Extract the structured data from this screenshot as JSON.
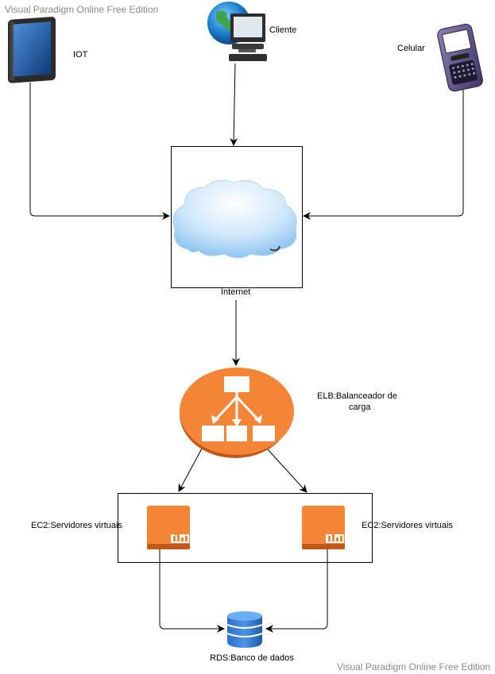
{
  "watermark": {
    "top": "Visual Paradigm Online Free Edition",
    "bottom": "Visual Paradigm Online Free Edition"
  },
  "nodes": {
    "iot": {
      "label": "IOT",
      "icon": "tablet-icon"
    },
    "cliente": {
      "label": "Cliente",
      "icon": "desktop-globe-icon"
    },
    "celular": {
      "label": "Celular",
      "icon": "smartphone-icon"
    },
    "internet": {
      "label": "Internet",
      "icon": "cloud-icon"
    },
    "elb": {
      "label_line1": "ELB:Balanceador de",
      "label_line2": "carga",
      "icon": "load-balancer-icon"
    },
    "ec2_left": {
      "label": "EC2:Servidores virtuais",
      "icon": "ec2-instance-icon"
    },
    "ec2_right": {
      "label": "EC2:Servidores virtuais",
      "icon": "ec2-instance-icon"
    },
    "rds": {
      "label": "RDS:Banco de dados",
      "icon": "database-icon"
    }
  },
  "colors": {
    "aws_orange": "#f58536",
    "db_blue": "#1f6fc5",
    "cloud_blue": "#a9d4f5",
    "line": "#000000",
    "watermark": "#8a8a8a"
  }
}
